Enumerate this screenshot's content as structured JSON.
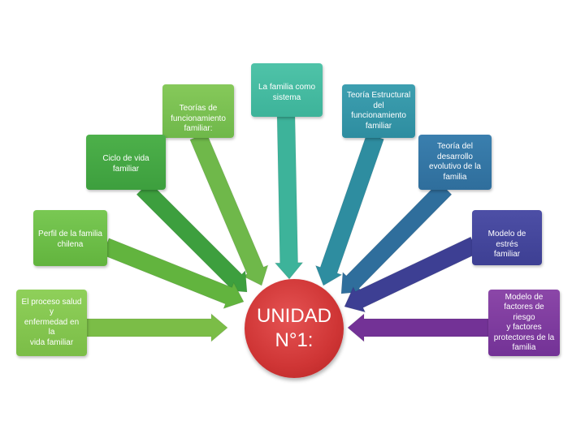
{
  "center": {
    "line1": "UNIDAD",
    "line2": "N°1:",
    "color": "#cf3535"
  },
  "nodes": [
    {
      "id": "teorias",
      "lines": [
        "Teorías de",
        "funcionamiento",
        "familiar:"
      ],
      "color": "#6fb84a"
    },
    {
      "id": "sistema",
      "lines": [
        "La familia como",
        "sistema"
      ],
      "color": "#3db39a"
    },
    {
      "id": "estructural",
      "lines": [
        "Teoría Estructural",
        "del",
        "funcionamiento",
        "familiar"
      ],
      "color": "#2e8da0"
    },
    {
      "id": "ciclo",
      "lines": [
        "Ciclo de vida",
        "familiar"
      ],
      "color": "#3d9f3e"
    },
    {
      "id": "evolutivo",
      "lines": [
        "Teoría del",
        "desarrollo",
        "evolutivo de la",
        "familia"
      ],
      "color": "#2f6e9c"
    },
    {
      "id": "perfil",
      "lines": [
        "Perfil de la familia",
        "chilena"
      ],
      "color": "#62b43e"
    },
    {
      "id": "estres",
      "lines": [
        "Modelo de estrés",
        "familiar"
      ],
      "color": "#3d3f93"
    },
    {
      "id": "proceso",
      "lines": [
        "El proceso salud y",
        "enfermedad en la",
        "vida familiar"
      ],
      "color": "#7bbd47"
    },
    {
      "id": "riesgo",
      "lines": [
        "Modelo de",
        "factores de riesgo",
        "y factores",
        "protectores de la",
        "familia"
      ],
      "color": "#733296"
    }
  ]
}
